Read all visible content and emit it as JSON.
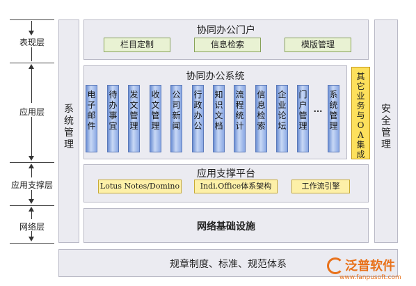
{
  "layers": {
    "presentation": "表现层",
    "application": "应用层",
    "support": "应用支撑层",
    "network": "网络层"
  },
  "system_management": "系统管理",
  "security_management": "安全管理",
  "portal": {
    "title": "协同办公门户",
    "buttons": [
      "栏目定制",
      "信息检索",
      "模版管理"
    ]
  },
  "office_system": {
    "title": "协同办公系统",
    "modules": [
      "电子邮件",
      "待办事宜",
      "发文管理",
      "收文管理",
      "公司新闻",
      "行政办公",
      "知识文档",
      "流程统计",
      "信息检索",
      "企业论坛",
      "门户管理",
      "系统管理"
    ],
    "ellipsis": "…"
  },
  "other_business": "其它业务与OA集成",
  "support_platform": {
    "title": "应用支撑平台",
    "items": [
      "Lotus Notes/Domino",
      "Indi.Office体系架构",
      "工作流引擎"
    ]
  },
  "network_infra": "网络基础设施",
  "regulations": "规章制度、标准、规范体系",
  "watermark": {
    "brand": "泛普软件",
    "url": "www.fanpusoft.com"
  },
  "colors": {
    "panel": "#ebebf1",
    "green_button": "#e9f2d3",
    "yellow_button": "#fdf0a8",
    "module_bar": "#8aa8e4",
    "brand_orange": "#e8711a"
  }
}
